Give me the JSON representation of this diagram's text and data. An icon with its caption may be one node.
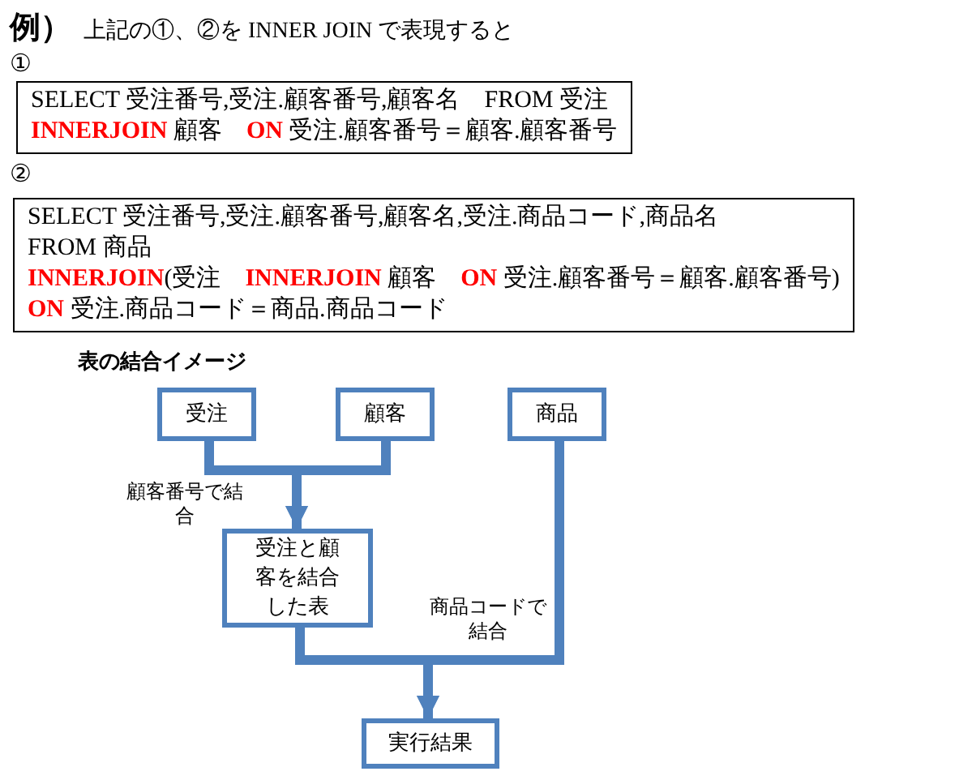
{
  "diagram": {
    "title": "**例）** 上記の①、②を INNER JOIN で表現すると",
    "nodes": [
      {
        "text": [
          "SELECT 受注番号,受注.顧客番号,顧客名　FROM 受注",
          "**INNERJOIN** 顧客　**ON** 受注.顧客番号＝顧客.顧客番号"
        ]
      },
      {
        "text": [
          "SELECT 受注番号,受注.顧客番号,顧客名,受注.商品コード,商品名",
          "FROM 商品",
          "**INNERJOIN**(受注　**INNERJOIN** 顧客　**ON** 受注.顧客番号＝顧客.顧客番号)",
          "**ON** 受注.商品コード＝商品.商品コード"
        ]
      },
      {
        "text": [
          "受注"
        ]
      },
      {
        "text": [
          "顧客"
        ]
      },
      {
        "text": [
          "商品"
        ]
      },
      {
        "text": [
          "受注と顧客を結合した表"
        ]
      },
      {
        "text": [
          "実行結果"
        ]
      }
    ],
    "edges": [
      {
        "from": 2,
        "to": 5,
        "arrow": "to",
        "label": "顧客番号で結合"
      },
      {
        "from": 3,
        "to": 5,
        "arrow": "to"
      },
      {
        "from": 5,
        "to": 6,
        "arrow": "to"
      },
      {
        "from": 4,
        "to": 6,
        "arrow": "to",
        "label": "商品コードで結合"
      }
    ],
    "labels": [
      "①",
      "②",
      "表の結合イメージ"
    ]
  }
}
